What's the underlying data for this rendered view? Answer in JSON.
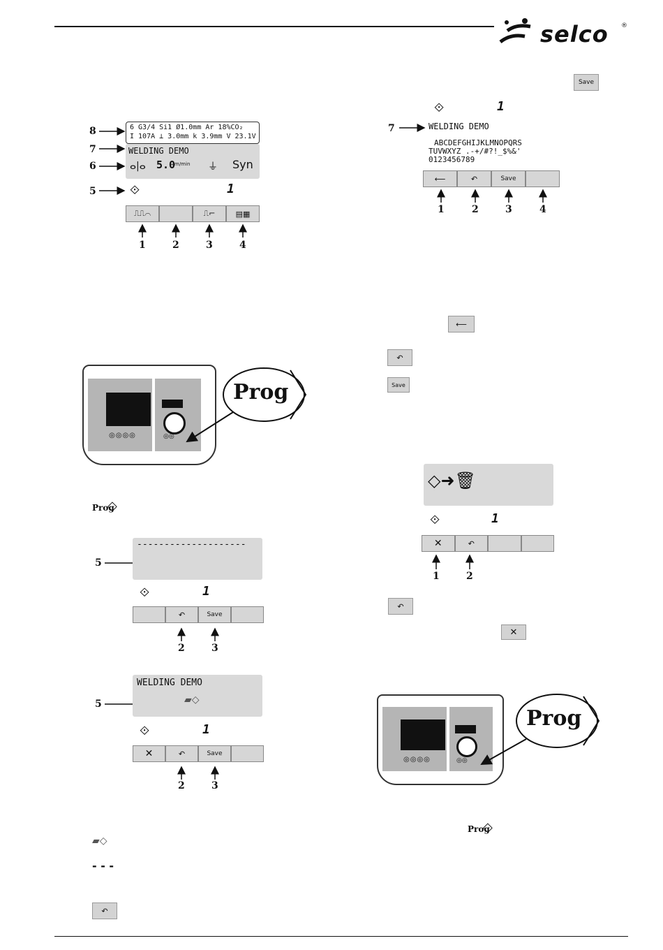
{
  "header": {
    "brand": "selco",
    "registered": "®"
  },
  "fig1": {
    "line8a": "6 G3/4 Si1  Ø1.0mm  Ar 18%CO₂",
    "line8b": "I 107A  ⟂ 3.0mm  k 3.9mm  V 23.1V",
    "title": "WELDING DEMO",
    "speed": "5.0",
    "speed_unit": "m/min",
    "mode": "Syn",
    "counter": "1",
    "callouts": [
      "8",
      "7",
      "6",
      "5"
    ],
    "keys": [
      "1",
      "2",
      "3",
      "4"
    ]
  },
  "fig2": {
    "label": "Prog"
  },
  "prog_inline": "Prog",
  "fig3": {
    "dashes": "--------------------",
    "callout": "5",
    "counter": "1",
    "save": "Save",
    "keys": [
      "2",
      "3"
    ]
  },
  "fig4": {
    "title": "WELDING DEMO",
    "callout": "5",
    "counter": "1",
    "save": "Save",
    "keys": [
      "2",
      "3"
    ]
  },
  "legend_dashes": "- - -",
  "fig5": {
    "counter": "1",
    "callout": "7",
    "title": "WELDING DEMO",
    "charset1": "ABCDEFGHIJKLMNOPQRS",
    "charset2": "TUVWXYZ .-+/#?!_$%&'",
    "charset3": "0123456789",
    "save": "Save",
    "keys": [
      "1",
      "2",
      "3",
      "4"
    ]
  },
  "save_icon_label": "Save",
  "fig6": {
    "counter": "1",
    "keys": [
      "1",
      "2"
    ]
  },
  "fig7": {
    "label": "Prog"
  },
  "prog_inline2": "Prog",
  "footer": {}
}
